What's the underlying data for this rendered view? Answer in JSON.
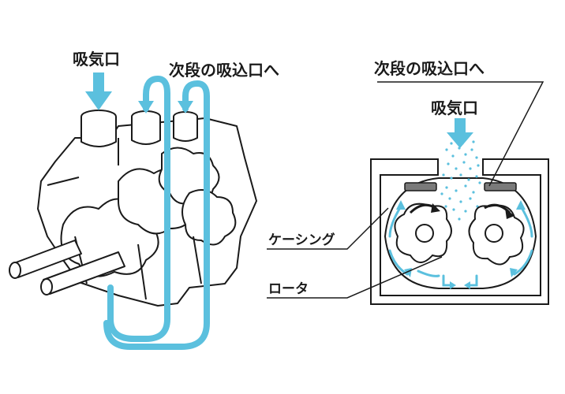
{
  "labels": {
    "left_intake": "吸気口",
    "left_next_stage": "次段の吸込口へ",
    "right_next_stage": "次段の吸込口へ",
    "right_intake": "吸気口",
    "casing": "ケーシング",
    "rotor": "ロータ"
  },
  "colors": {
    "flow": "#5bc0de",
    "line": "#1a1a1a",
    "body_fill": "#ffffff",
    "seal": "#7a7a7a"
  }
}
